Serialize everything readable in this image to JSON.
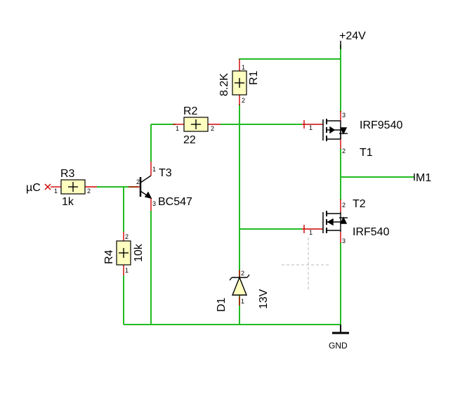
{
  "nets": {
    "supply": "+24V",
    "ground": "GND",
    "input": "µC",
    "output": "M1"
  },
  "components": {
    "r1": {
      "ref": "R1",
      "value": "8.2K",
      "pin_a": "1",
      "pin_b": "2"
    },
    "r2": {
      "ref": "R2",
      "value": "22",
      "pin_a": "1",
      "pin_b": "2"
    },
    "r3": {
      "ref": "R3",
      "value": "1k",
      "pin_a": "1",
      "pin_b": "2"
    },
    "r4": {
      "ref": "R4",
      "value": "10k",
      "pin_a": "2",
      "pin_b": "1"
    },
    "t1": {
      "ref": "T1",
      "value": "IRF9540",
      "pin_g": "1",
      "pin_d": "3",
      "pin_s": "2"
    },
    "t2": {
      "ref": "T2",
      "value": "IRF540",
      "pin_g": "1",
      "pin_d": "2",
      "pin_s": "3"
    },
    "t3": {
      "ref": "T3",
      "value": "BC547",
      "pin_c": "1",
      "pin_b": "2",
      "pin_e": "3"
    },
    "d1": {
      "ref": "D1",
      "value": "13V",
      "pin_a": "2",
      "pin_b": "1"
    }
  },
  "colors": {
    "wire": "#22bb22",
    "pin": "#cc0000",
    "body_fill": "#ffffc0",
    "cursor": "#b8b8b8"
  }
}
